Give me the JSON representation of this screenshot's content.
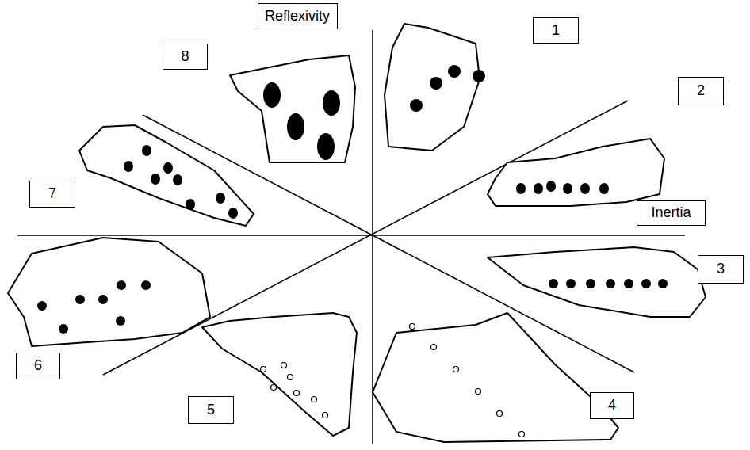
{
  "diagram": {
    "nodes": [
      {
        "text": [
          "Reflexivity"
        ]
      },
      {
        "text": [
          "8"
        ]
      },
      {
        "text": [
          "1"
        ]
      },
      {
        "text": [
          "2"
        ]
      },
      {
        "text": [
          "Inertia"
        ]
      },
      {
        "text": [
          "3"
        ]
      },
      {
        "text": [
          "4"
        ]
      },
      {
        "text": [
          "5"
        ]
      },
      {
        "text": [
          "6"
        ]
      },
      {
        "text": [
          "7"
        ]
      }
    ]
  }
}
